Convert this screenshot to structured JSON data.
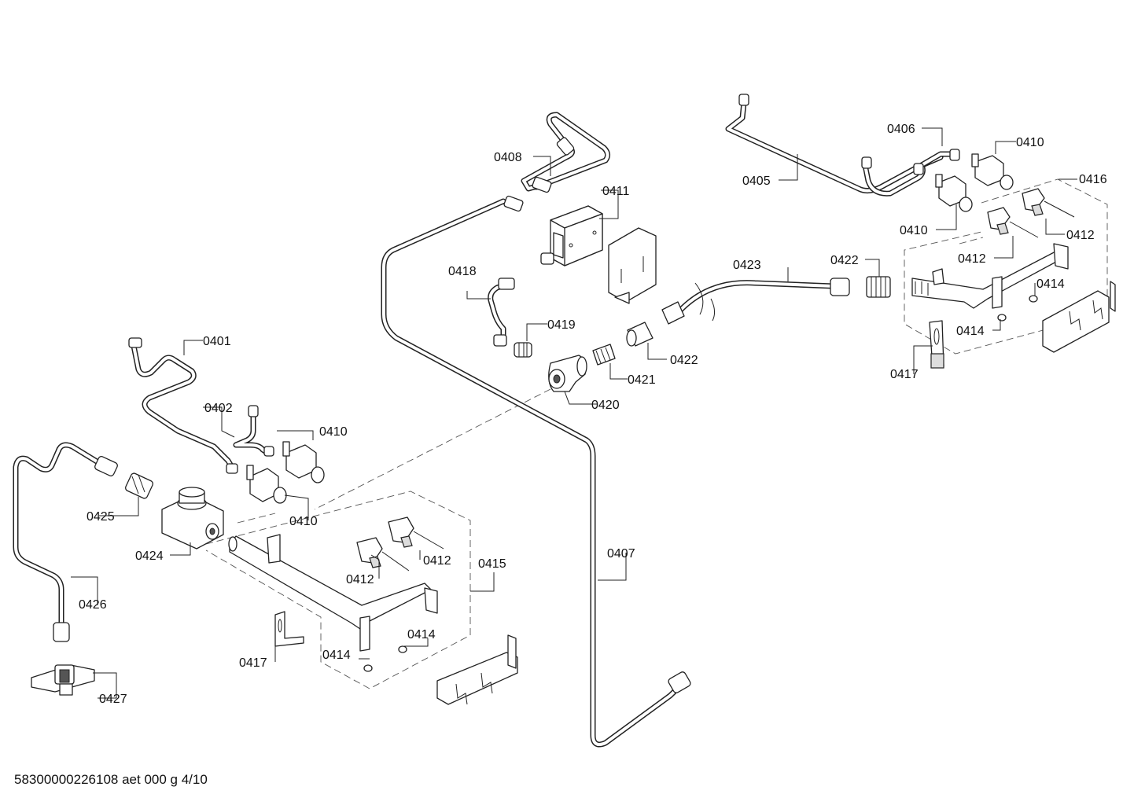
{
  "footer": {
    "document_code": "58300000226108 aet 000 g 4/10"
  },
  "callouts": {
    "c0401": "0401",
    "c0402": "0402",
    "c0405": "0405",
    "c0406": "0406",
    "c0407": "0407",
    "c0408": "0408",
    "c0410a": "0410",
    "c0410b": "0410",
    "c0410c": "0410",
    "c0410d": "0410",
    "c0411": "0411",
    "c0412a": "0412",
    "c0412b": "0412",
    "c0412c": "0412",
    "c0412d": "0412",
    "c0414a": "0414",
    "c0414b": "0414",
    "c0414c": "0414",
    "c0414d": "0414",
    "c0415": "0415",
    "c0416": "0416",
    "c0417a": "0417",
    "c0417b": "0417",
    "c0418": "0418",
    "c0419": "0419",
    "c0420": "0420",
    "c0421": "0421",
    "c0422a": "0422",
    "c0422b": "0422",
    "c0423": "0423",
    "c0424": "0424",
    "c0425": "0425",
    "c0426": "0426",
    "c0427": "0427"
  }
}
